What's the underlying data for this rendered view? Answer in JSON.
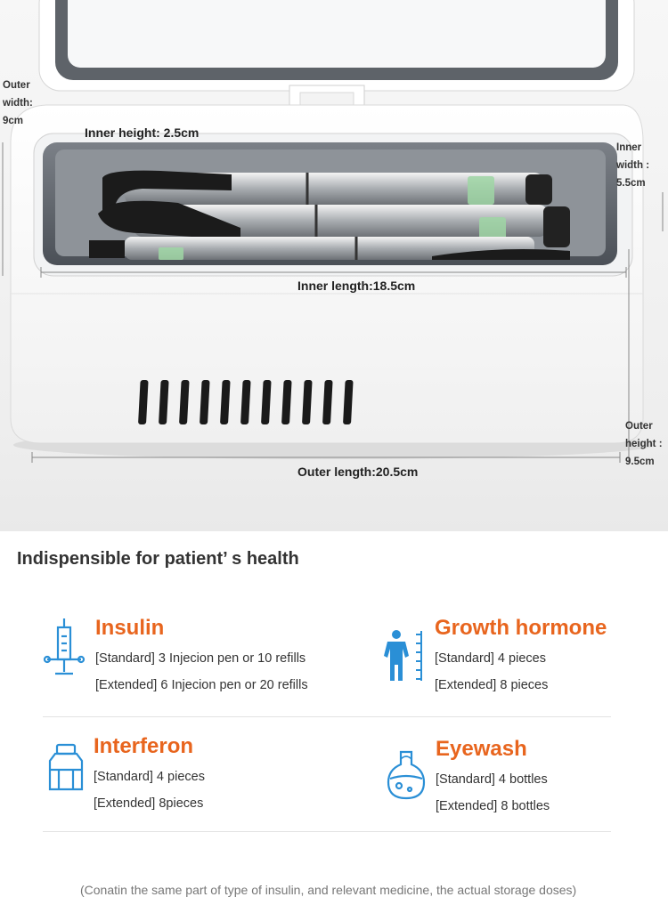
{
  "dimensions": {
    "outer_width": [
      "Outer",
      "width:",
      "9cm"
    ],
    "inner_width": [
      "Inner",
      "width :",
      "5.5cm"
    ],
    "outer_height": [
      "Outer",
      "height :",
      "9.5cm"
    ],
    "inner_height": "Inner height: 2.5cm",
    "inner_length": "Inner length:18.5cm",
    "outer_length": "Outer length:20.5cm"
  },
  "section": {
    "heading": "Indispensible for patient’ s health",
    "items": [
      {
        "icon": "syringe-icon",
        "title": "Insulin",
        "standard": "[Standard] 3 Injecion pen or 10 refills",
        "extended": "[Extended] 6 Injecion pen or 20 refills"
      },
      {
        "icon": "growth-chart-icon",
        "title": "Growth hormone",
        "standard": "[Standard] 4 pieces",
        "extended": "[Extended] 8 pieces"
      },
      {
        "icon": "medicine-bottle-icon",
        "title": "Interferon",
        "standard": "[Standard] 4 pieces",
        "extended": "[Extended] 8pieces"
      },
      {
        "icon": "eyewash-flask-icon",
        "title": "Eyewash",
        "standard": "[Standard] 4 bottles",
        "extended": "[Extended] 8 bottles"
      }
    ],
    "footer": "(Conatin the same part of type of insulin, and relevant medicine, the actual storage doses)"
  },
  "colors": {
    "accent": "#e8651e",
    "icon": "#2a8fd6"
  }
}
